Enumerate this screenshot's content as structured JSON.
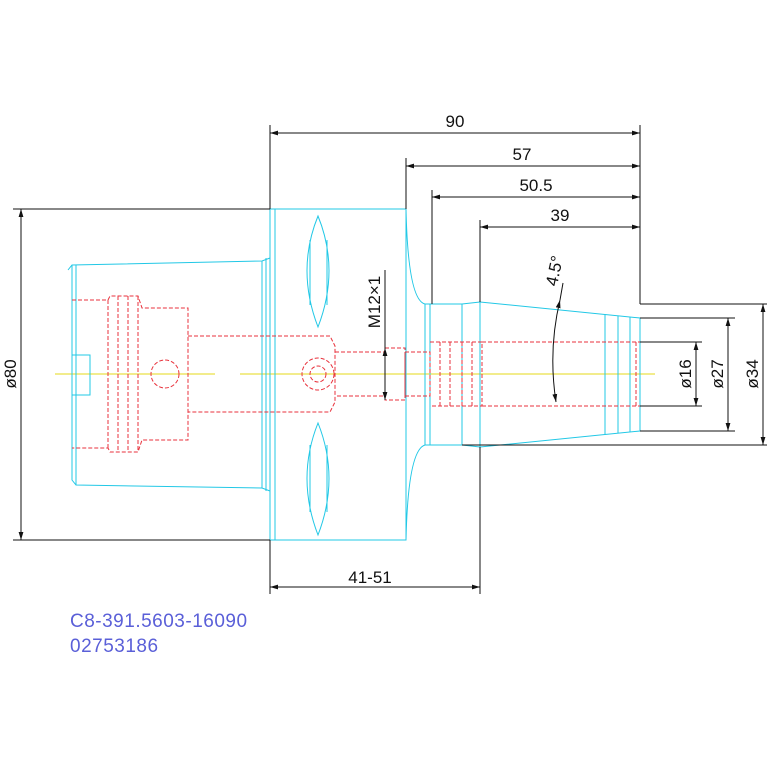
{
  "dimensions": {
    "overall_length": "90",
    "length_57": "57",
    "length_50_5": "50.5",
    "length_39": "39",
    "insert_depth": "41-51",
    "dia_80": "ø80",
    "dia_16": "ø16",
    "dia_27": "ø27",
    "dia_34": "ø34",
    "thread": "M12×1",
    "taper_angle": "4.5°"
  },
  "part": {
    "code": "C8-391.5603-16090",
    "number": "02753186"
  },
  "colors": {
    "outline": "#22c8e6",
    "hidden": "#e8323c",
    "centerline": "#e6d81a",
    "dimension": "#111111",
    "part_text": "#5a5fd8"
  }
}
